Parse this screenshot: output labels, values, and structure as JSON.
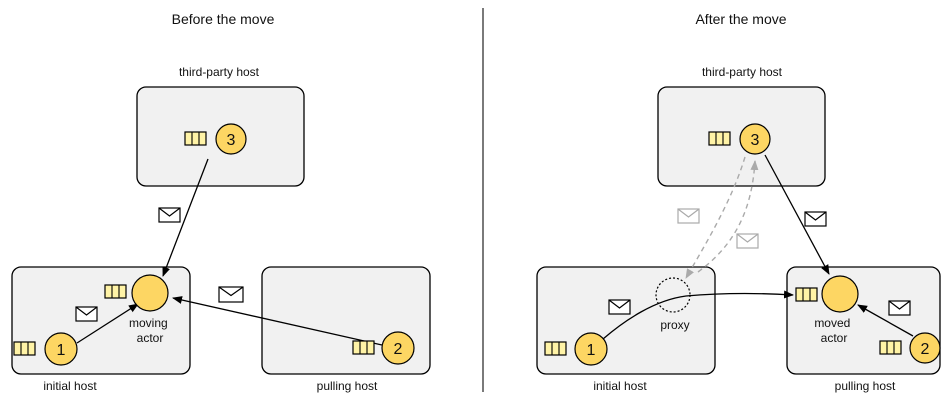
{
  "panels": {
    "before": {
      "title": "Before the move",
      "third_party_host": "third-party host",
      "initial_host": "initial host",
      "pulling_host": "pulling host",
      "node_3": "3",
      "node_1": "1",
      "node_2": "2",
      "moving_actor": [
        "moving",
        "actor"
      ]
    },
    "after": {
      "title": "After the move",
      "third_party_host": "third-party host",
      "initial_host": "initial host",
      "pulling_host": "pulling host",
      "node_3": "3",
      "node_1": "1",
      "node_2": "2",
      "proxy": "proxy",
      "moved_actor": [
        "moved",
        "actor"
      ]
    }
  },
  "colors": {
    "host_fill": "#f1f1f1",
    "node_fill": "#fdd663",
    "queue_fill": "#fff3a6",
    "edge": "#000000",
    "faded_edge": "#aaaaaa",
    "divider": "#222222"
  },
  "icons": {
    "message": "envelope-icon",
    "mailbox": "mailbox-queue-icon"
  }
}
